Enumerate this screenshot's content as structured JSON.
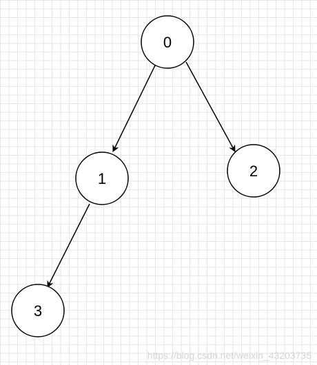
{
  "diagram": {
    "type": "binary-tree",
    "colors": {
      "node_fill": "#ffffff",
      "node_stroke": "#000000",
      "edge": "#000000",
      "grid": "#e6e6e6"
    },
    "nodes": [
      {
        "id": "n0",
        "label": "0"
      },
      {
        "id": "n1",
        "label": "1"
      },
      {
        "id": "n2",
        "label": "2"
      },
      {
        "id": "n3",
        "label": "3"
      }
    ],
    "edges": [
      {
        "from": "n0",
        "to": "n1"
      },
      {
        "from": "n0",
        "to": "n2"
      },
      {
        "from": "n1",
        "to": "n3"
      }
    ]
  },
  "watermark": "https://blog.csdn.net/weixin_43203735"
}
